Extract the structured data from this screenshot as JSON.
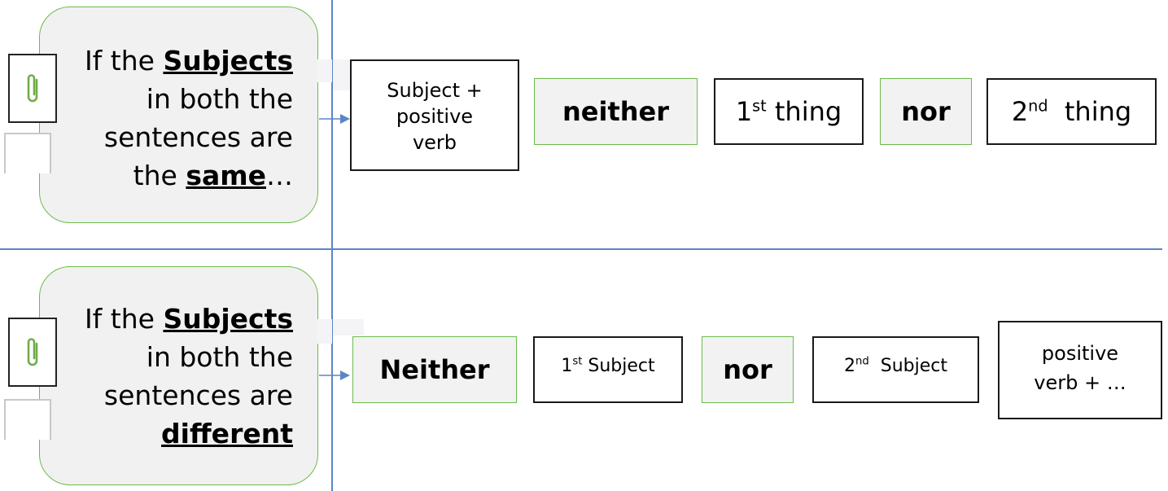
{
  "row1": {
    "condition": {
      "line1_pre": "If the ",
      "line1_bold": "Subjects",
      "line2": "in both the",
      "line3": "sentences are",
      "line4_pre": "the ",
      "line4_bold": "same",
      "line4_post": "…"
    },
    "box1": {
      "line1": "Subject +",
      "line2": "positive",
      "line3": "verb"
    },
    "box2": "neither",
    "box3": {
      "num": "1",
      "sup": "st",
      "rest": " thing"
    },
    "box4": "nor",
    "box5": {
      "num": "2",
      "sup": "nd",
      "rest": "  thing"
    }
  },
  "row2": {
    "condition": {
      "line1_pre": "If the ",
      "line1_bold": "Subjects",
      "line2": "in both the",
      "line3": "sentences are",
      "line4_bold": "different"
    },
    "box1": "Neither",
    "box2": {
      "num": "1",
      "sup": "st",
      "rest": " Subject"
    },
    "box3": "nor",
    "box4": {
      "num": "2",
      "sup": "nd",
      "rest": "  Subject"
    },
    "box5": {
      "line1": "positive",
      "line2": "verb + …"
    }
  },
  "colors": {
    "divider": "#5b86c5",
    "green_border": "#6cbb4b",
    "green_fill": "#f2f2f2",
    "icon_green": "#70ad47"
  },
  "icons": [
    "paperclip-icon",
    "arrow-right-icon"
  ]
}
